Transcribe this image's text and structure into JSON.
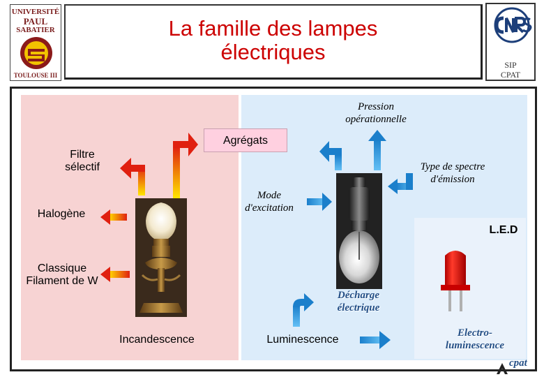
{
  "header": {
    "title_line1": "La famille des lampes",
    "title_line2": "électriques",
    "left_logo_lines": [
      "UNIVERSITÉ",
      "PAUL",
      "SABATIER",
      "TOULOUSE III"
    ],
    "right_logo_lines": [
      "SIP",
      "CPAT"
    ]
  },
  "diagram": {
    "pression": "Pression opérationnelle",
    "agregats": "Agrégats",
    "filtre": "Filtre sélectif",
    "type_spectre": "Type de spectre d'émission",
    "mode_excitation": "Mode d'excitation",
    "halogene": "Halogène",
    "led": "L.E.D",
    "classique": "Classique Filament de W",
    "decharge": "Décharge électrique",
    "incandescence": "Incandescence",
    "luminescence": "Luminescence",
    "electroluminescence": "Electro-luminescence",
    "cpat": "cpat"
  },
  "colors": {
    "title_red": "#cc0000",
    "pink_zone": "#f7d3d3",
    "blue_zone": "#dcecfa",
    "agregats_box": "#ffd0e0",
    "arrow_red": "#e02010",
    "arrow_yellow": "#ffe000",
    "arrow_blue": "#1f8fd6"
  },
  "icons": [
    "university-logo",
    "cnrs-logo",
    "filament-bulb-photo",
    "discharge-tube-photo",
    "red-led-icon"
  ]
}
